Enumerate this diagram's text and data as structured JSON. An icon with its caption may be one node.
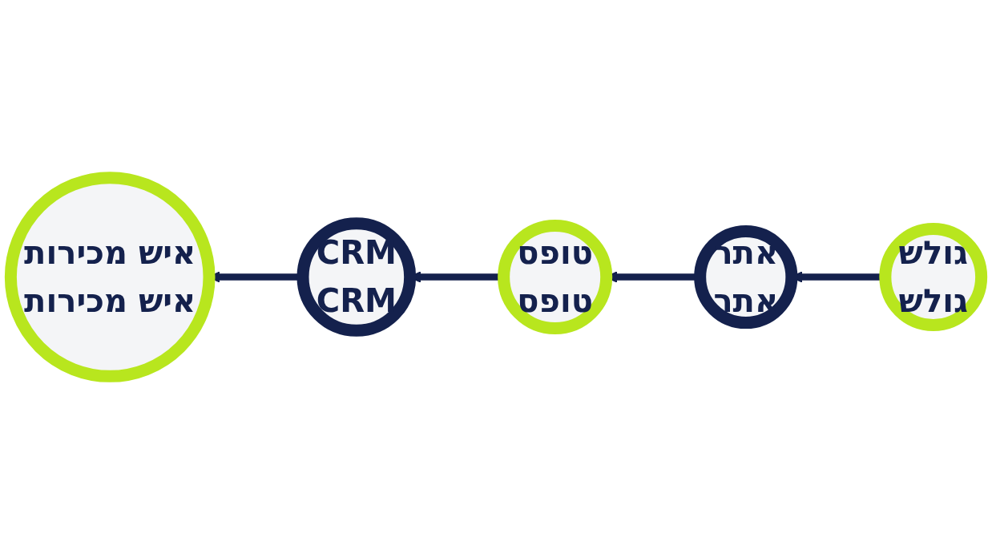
{
  "diagram": {
    "nodes": [
      {
        "text": [
          "גולש",
          "גולש"
        ]
      },
      {
        "text": [
          "אתר",
          "אתר"
        ]
      },
      {
        "text": [
          "טופס",
          "טופס"
        ]
      },
      {
        "text": [
          "CRM",
          "CRM"
        ]
      },
      {
        "text": [
          "איש מכירות",
          "איש מכירות"
        ]
      }
    ],
    "edges": [
      {
        "from": 0,
        "to": 1,
        "arrow": "to"
      },
      {
        "from": 1,
        "to": 2,
        "arrow": "to"
      },
      {
        "from": 2,
        "to": 3,
        "arrow": "to"
      },
      {
        "from": 3,
        "to": 4,
        "arrow": "to"
      }
    ]
  }
}
